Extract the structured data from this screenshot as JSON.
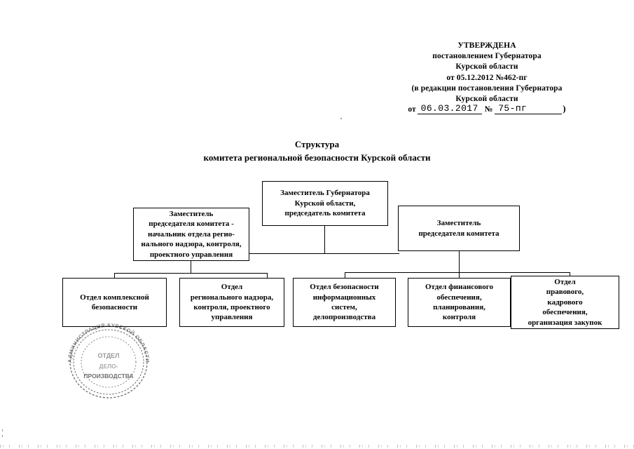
{
  "approval": {
    "lines": [
      "УТВЕРЖДЕНА",
      "постановлением Губернатора",
      "Курской области",
      "от 05.12.2012 №462-пг",
      "(в редакции постановления Губернатора",
      "Курской области"
    ],
    "filled_line": {
      "ot_label": "от",
      "date_value": "06.03.2017",
      "no_label": "№",
      "number_value": "75-пг",
      "closing_paren": ")"
    }
  },
  "title": {
    "line1": "Структура",
    "line2": "комитета региональной безопасности  Курской области"
  },
  "chart_data": {
    "type": "diagram",
    "title": "Структура комитета региональной безопасности Курской области",
    "nodes": [
      {
        "id": "chairman",
        "lines": [
          "Заместитель Губернатора",
          "Курской области,",
          "председатель комитета"
        ]
      },
      {
        "id": "deputy-head-regional",
        "lines": [
          "Заместитель",
          "председателя комитета -",
          "начальник отдела регио-",
          "нального надзора, контроля,",
          "проектного управления"
        ]
      },
      {
        "id": "deputy-chairman",
        "lines": [
          "Заместитель",
          "председателя комитета"
        ]
      },
      {
        "id": "dept-complex-security",
        "lines": [
          "Отдел комплексной",
          "безопасности"
        ]
      },
      {
        "id": "dept-regional-supervision",
        "lines": [
          "Отдел",
          "регионального надзора,",
          "контроля, проектного",
          "управления"
        ]
      },
      {
        "id": "dept-information-security",
        "lines": [
          "Отдел безопасности",
          "информационных",
          "систем,",
          "делопроизводства"
        ]
      },
      {
        "id": "dept-finance",
        "lines": [
          "Отдел финансового",
          "обеспечения,",
          "планирования,",
          "контроля"
        ]
      },
      {
        "id": "dept-legal-hr",
        "lines": [
          "Отдел",
          "правового,",
          "кадрового",
          "обеспечения,",
          "организация закупок"
        ]
      }
    ],
    "edges": [
      {
        "from": "chairman",
        "to": "deputy-head-regional"
      },
      {
        "from": "chairman",
        "to": "deputy-chairman"
      },
      {
        "from": "deputy-head-regional",
        "to": "dept-complex-security"
      },
      {
        "from": "deputy-head-regional",
        "to": "dept-regional-supervision"
      },
      {
        "from": "deputy-chairman",
        "to": "dept-information-security"
      },
      {
        "from": "deputy-chairman",
        "to": "dept-finance"
      },
      {
        "from": "deputy-chairman",
        "to": "dept-legal-hr"
      }
    ]
  },
  "seal": {
    "outer_text": "АДМИНИСТРАЦИЯ КУРСКОЙ ОБЛАСТИ",
    "center_lines": [
      "ОТДЕЛ",
      "ДЕЛО-",
      "ПРОИЗВОДСТВА"
    ]
  }
}
